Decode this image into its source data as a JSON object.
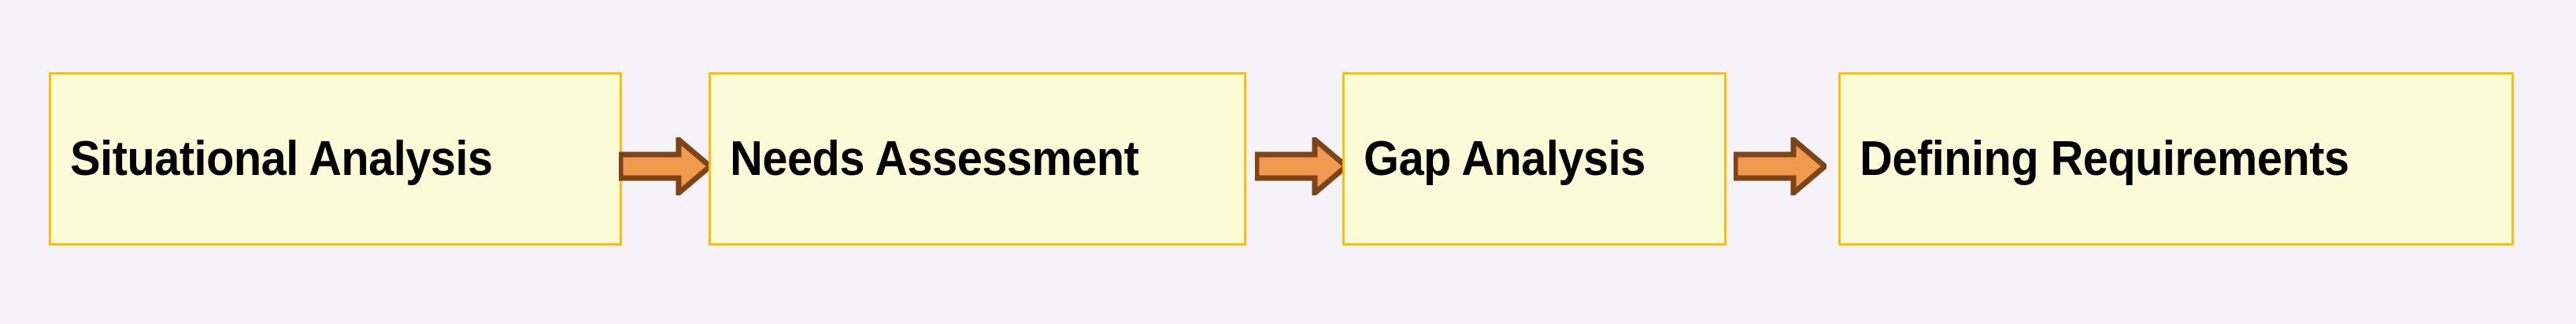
{
  "diagram": {
    "type": "linear-process-flow",
    "title": "",
    "background_color": "#f5f3f9",
    "box_fill_color": "#fcfbd8",
    "box_border_color": "#fbc006",
    "arrow_fill_color": "#f09a4f",
    "arrow_border_color": "#7d4418",
    "text_color": "#000000",
    "steps": [
      {
        "id": "step-1",
        "label": "Situational Analysis"
      },
      {
        "id": "step-2",
        "label": "Needs Assessment"
      },
      {
        "id": "step-3",
        "label": "Gap Analysis"
      },
      {
        "id": "step-4",
        "label": "Defining Requirements"
      }
    ],
    "connectors": [
      {
        "id": "connector-1",
        "icon": "right-arrow-icon",
        "from": "step-1",
        "to": "step-2"
      },
      {
        "id": "connector-2",
        "icon": "right-arrow-icon",
        "from": "step-2",
        "to": "step-3"
      },
      {
        "id": "connector-3",
        "icon": "right-arrow-icon",
        "from": "step-3",
        "to": "step-4"
      }
    ]
  }
}
